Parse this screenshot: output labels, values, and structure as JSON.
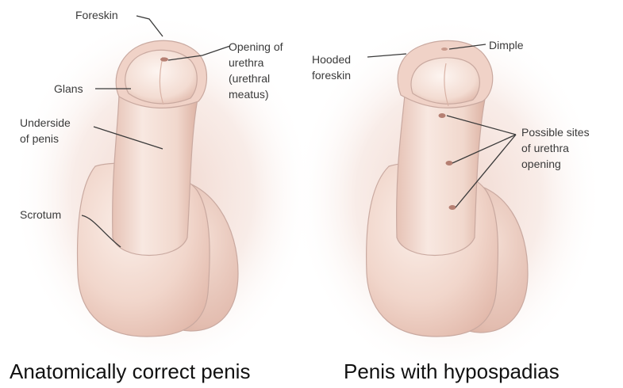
{
  "left_panel": {
    "labels": {
      "foreskin": "Foreskin",
      "opening_line1": "Opening of",
      "opening_line2": "urethra",
      "opening_line3": "(urethral",
      "opening_line4": "meatus)",
      "glans": "Glans",
      "underside_line1": "Underside",
      "underside_line2": "of penis",
      "scrotum": "Scrotum"
    },
    "caption": "Anatomically correct penis"
  },
  "right_panel": {
    "labels": {
      "hooded_line1": "Hooded",
      "hooded_line2": "foreskin",
      "dimple": "Dimple",
      "sites_line1": "Possible sites",
      "sites_line2": "of urethra",
      "sites_line3": "opening"
    },
    "caption": "Penis with hypospadias"
  },
  "colors": {
    "skin_light": "#f6e4dc",
    "skin_mid": "#e9c7bb",
    "skin_shadow": "#d7ada0",
    "background_glow": "#efd2c8",
    "label_text": "#3a3a3a",
    "caption_text": "#111111"
  }
}
